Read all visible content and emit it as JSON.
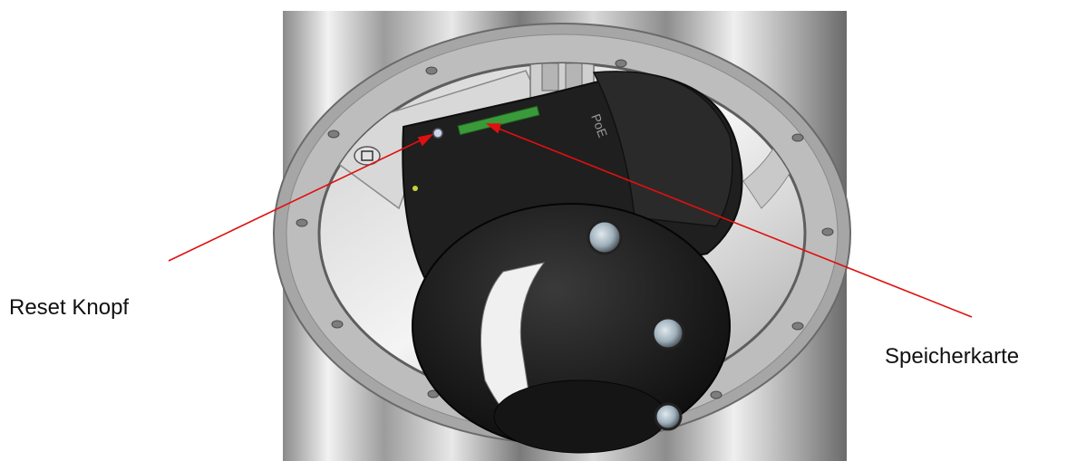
{
  "labels": {
    "reset_button": "Reset Knopf",
    "memory_card": "Speicherkarte"
  },
  "colors": {
    "arrow": "#e01010",
    "camera_body": "#1c1c1c",
    "ring": "#9a9a9a",
    "steel_light": "#e6e6e6",
    "steel_dark": "#6f6f6f",
    "circuit_board": "#3a9a3a"
  },
  "device_marking": "PoE"
}
